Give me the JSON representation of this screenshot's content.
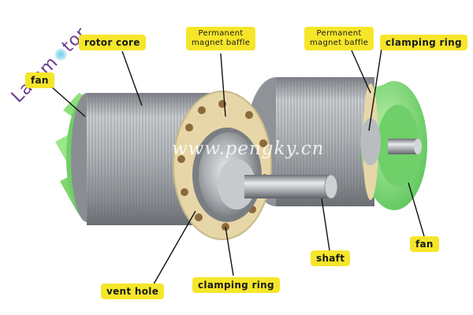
{
  "brand": {
    "prefix": "Lamm",
    "suffix": "tor"
  },
  "watermark": "www.pengky.cn",
  "labels": {
    "fan_left": "fan",
    "rotor_core": "rotor core",
    "pm_baffle_front_l1": "Permanent",
    "pm_baffle_front_l2": "magnet baffle",
    "pm_baffle_back_l1": "Permanent",
    "pm_baffle_back_l2": "magnet baffle",
    "clamping_ring_back": "clamping ring",
    "shaft": "shaft",
    "fan_right": "fan",
    "vent_hole": "vent hole",
    "clamping_ring_front": "clamping ring"
  },
  "colors": {
    "label_bg": "#f5e62a",
    "fan_green": "#8ee07a",
    "baffle": "#e7d7a8",
    "core_grey": "#a9adb1",
    "brand_purple": "#6a3d8f"
  }
}
